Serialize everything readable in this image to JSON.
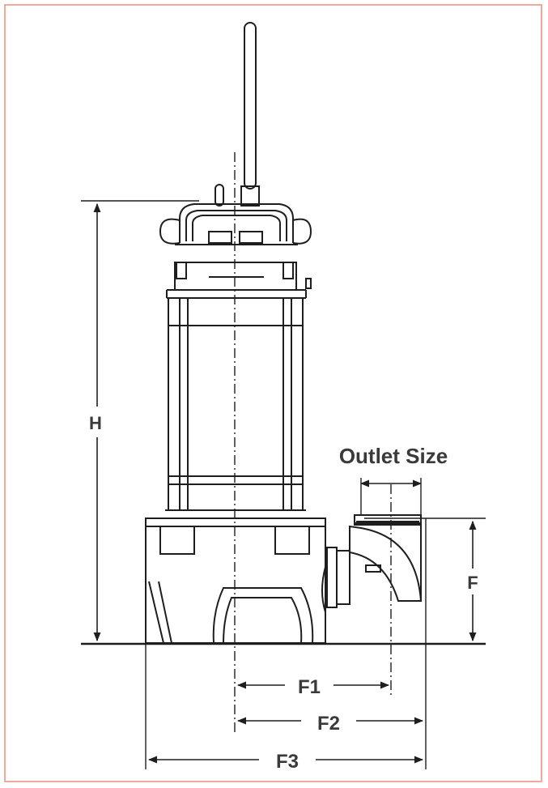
{
  "labels": {
    "height": "H",
    "outlet_size": "Outlet Size",
    "f": "F",
    "f1": "F1",
    "f2": "F2",
    "f3": "F3"
  },
  "colors": {
    "line": "#1e1e1e",
    "label": "#3a3a3a",
    "border": "#f1a99b"
  }
}
